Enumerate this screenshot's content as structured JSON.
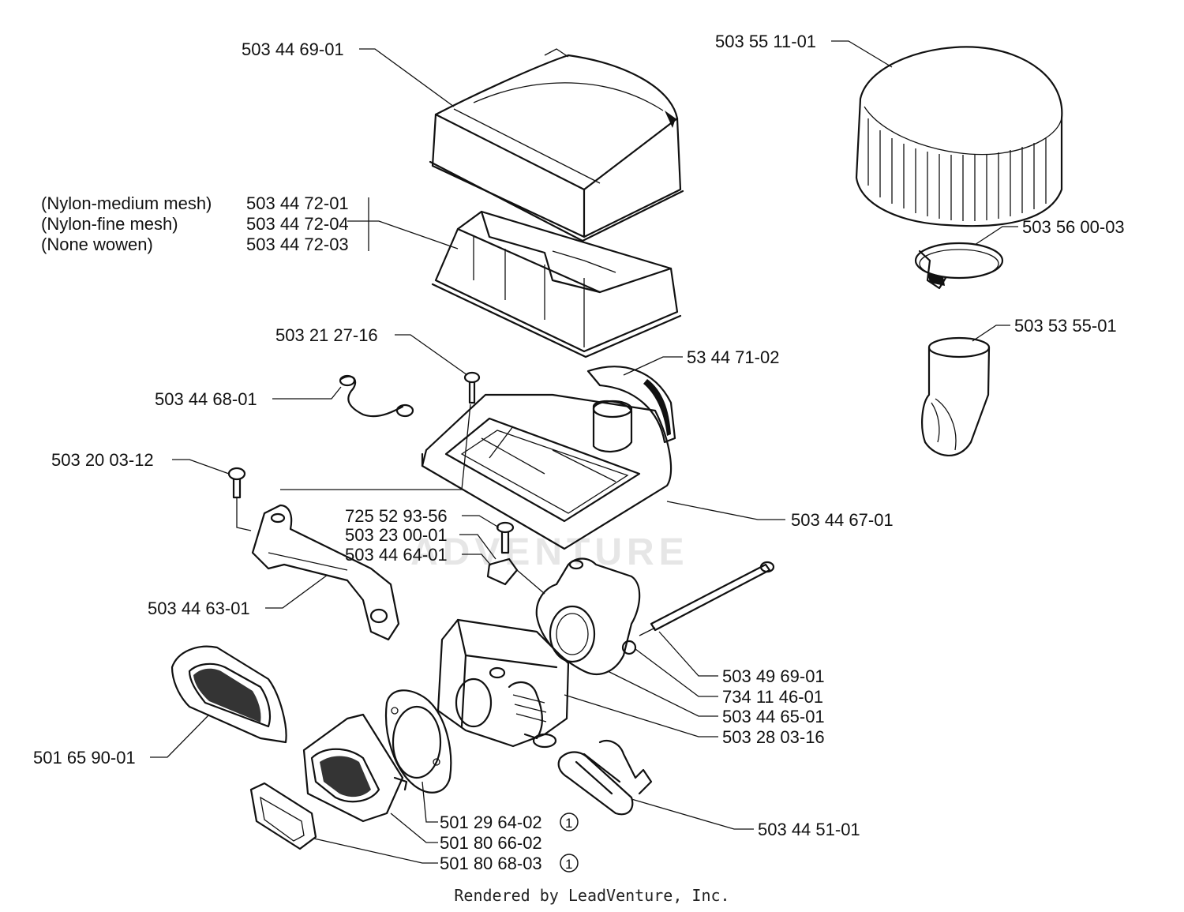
{
  "watermark": "ADVENTURE",
  "footer": "Rendered by LeadVenture, Inc.",
  "notes": {
    "nylon_medium": "(Nylon-medium mesh)",
    "nylon_fine": "(Nylon-fine mesh)",
    "none_wowen": "(None wowen)"
  },
  "parts": {
    "p_503446901": "503 44 69-01",
    "p_503551101": "503 55 11-01",
    "p_503447201": "503 44 72-01",
    "p_503447204": "503 44 72-04",
    "p_503447203": "503 44 72-03",
    "p_503560003": "503 56 00-03",
    "p_503535501": "503 53 55-01",
    "p_503212716": "503 21 27-16",
    "p_53447102": "53 44 71-02",
    "p_503446801": "503 44 68-01",
    "p_503200312": "503 20 03-12",
    "p_725529356": "725 52 93-56",
    "p_503230001": "503 23 00-01",
    "p_503446401": "503 44 64-01",
    "p_503446701": "503 44 67-01",
    "p_503446301": "503 44 63-01",
    "p_503496901": "503 49 69-01",
    "p_734114601": "734 11 46-01",
    "p_503446501": "503 44 65-01",
    "p_503280316": "503 28 03-16",
    "p_501659001": "501 65 90-01",
    "p_501296402": "501 29 64-02",
    "p_501806602": "501 80 66-02",
    "p_501806803": "501 80 68-03",
    "p_503445101": "503 44 51-01"
  },
  "footnote_marker": "1"
}
